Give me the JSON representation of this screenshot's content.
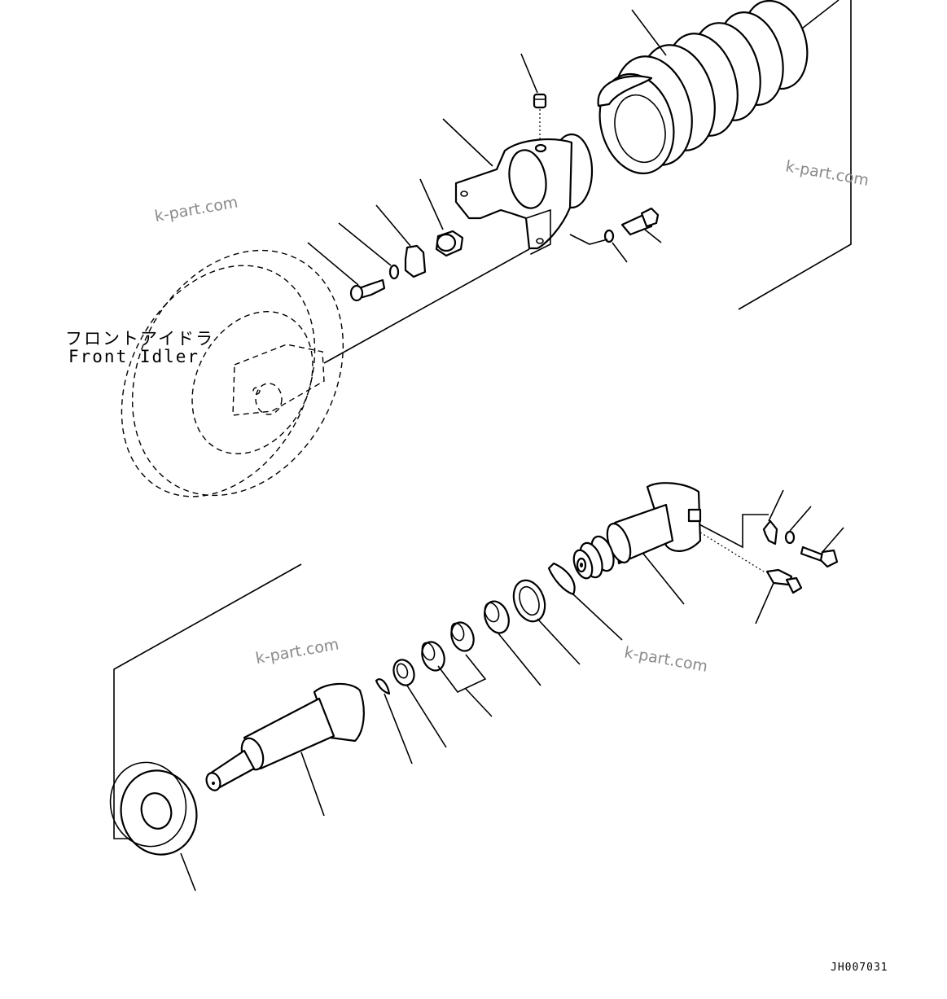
{
  "labels": {
    "front_idler_jp": "フロントアイドラ",
    "front_idler_en": "Front Idler"
  },
  "watermarks": [
    "k-part.com",
    "k-part.com",
    "k-part.com",
    "k-part.com"
  ],
  "drawing_code": "JH007031"
}
